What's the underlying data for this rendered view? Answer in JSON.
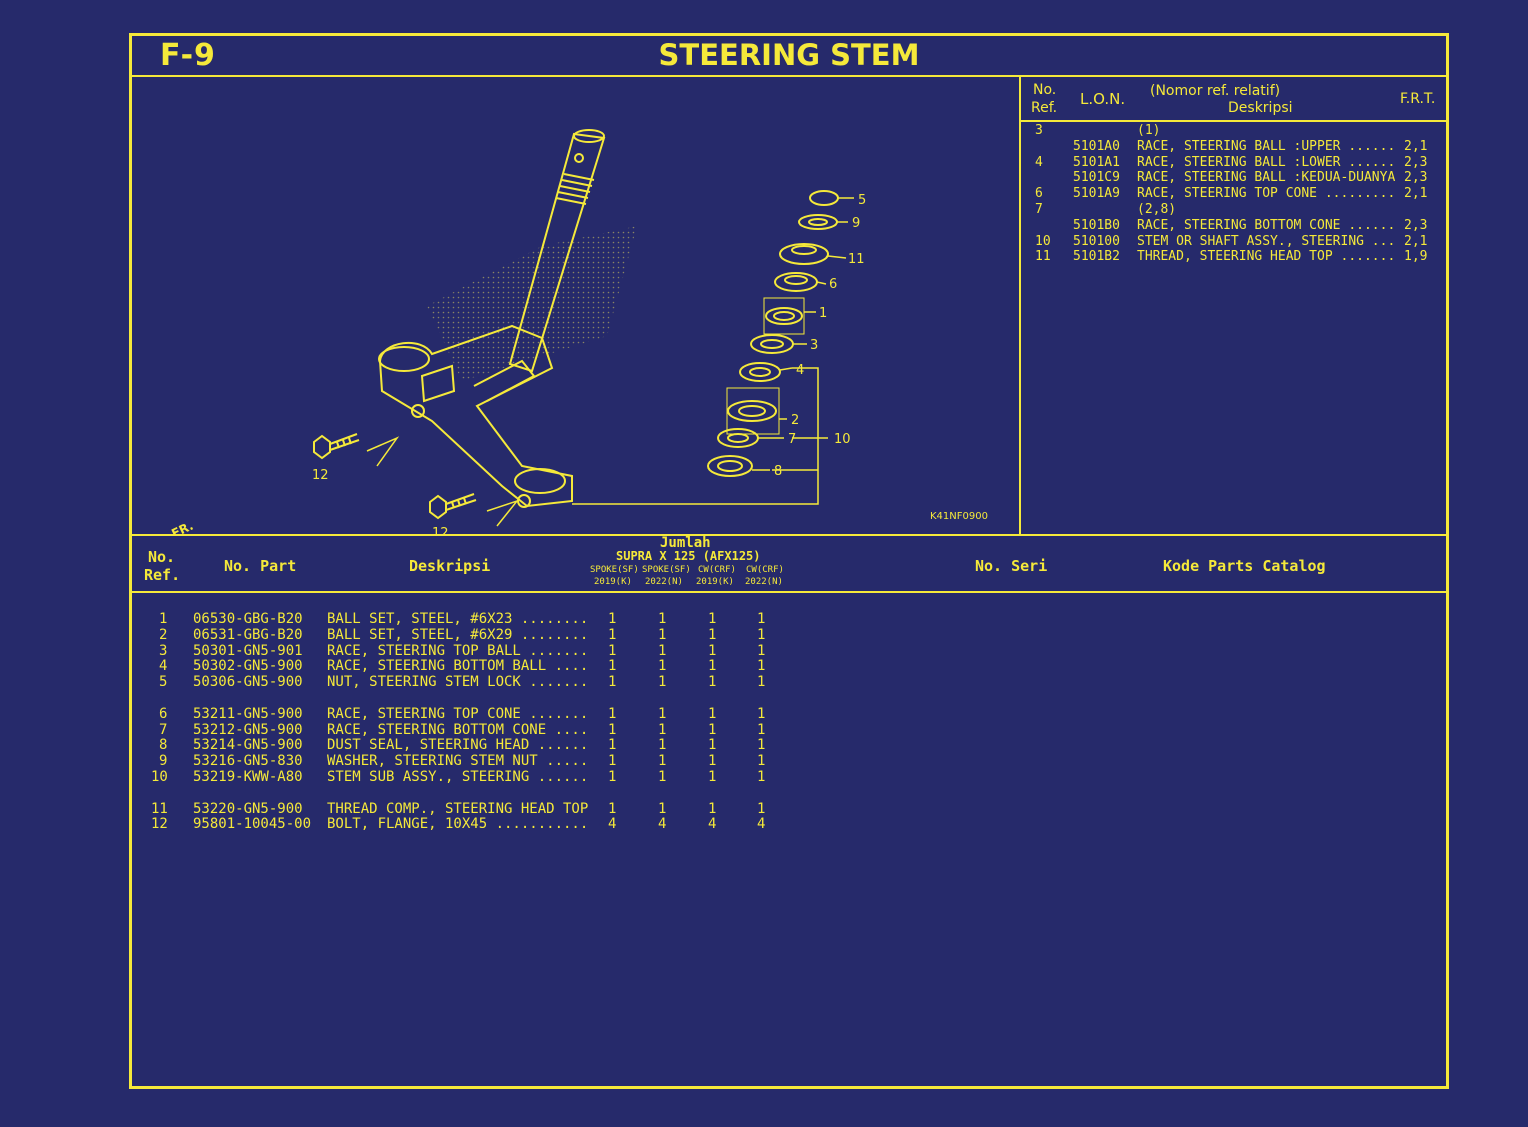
{
  "header": {
    "figure_code": "F-9",
    "title": "STEERING STEM"
  },
  "diagram": {
    "image_code": "K41NF0900",
    "direction_label": "FR.",
    "callouts": [
      "5",
      "9",
      "11",
      "6",
      "1",
      "3",
      "4",
      "2",
      "7",
      "10",
      "8",
      "12",
      "12"
    ]
  },
  "related_list": {
    "col_no": "No.",
    "col_ref": "Ref.",
    "col_lon": "L.O.N.",
    "col_desc_top": "(Nomor ref. relatif)",
    "col_desc": "Deskripsi",
    "col_frt": "F.R.T.",
    "rows": [
      {
        "ref": "3",
        "lon": "",
        "desc": "(1)",
        "frt": ""
      },
      {
        "ref": "",
        "lon": "5101A0",
        "desc": "RACE, STEERING BALL :UPPER ......",
        "frt": "2,1"
      },
      {
        "ref": "4",
        "lon": "5101A1",
        "desc": "RACE, STEERING BALL :LOWER ......",
        "frt": "2,3"
      },
      {
        "ref": "",
        "lon": "5101C9",
        "desc": "RACE, STEERING BALL :KEDUA-DUANYA",
        "frt": "2,3"
      },
      {
        "ref": "6",
        "lon": "5101A9",
        "desc": "RACE, STEERING TOP CONE .........",
        "frt": "2,1"
      },
      {
        "ref": "7",
        "lon": "",
        "desc": "(2,8)",
        "frt": ""
      },
      {
        "ref": "",
        "lon": "5101B0",
        "desc": "RACE, STEERING BOTTOM CONE ......",
        "frt": "2,3"
      },
      {
        "ref": "10",
        "lon": "510100",
        "desc": "STEM OR SHAFT ASSY., STEERING ...",
        "frt": "2,1"
      },
      {
        "ref": "11",
        "lon": "5101B2",
        "desc": "THREAD, STEERING HEAD TOP .......",
        "frt": "1,9"
      }
    ]
  },
  "parts_table": {
    "headers": {
      "no_ref_1": "No.",
      "no_ref_2": "Ref.",
      "part_no": "No. Part",
      "description": "Deskripsi",
      "qty_title": "Jumlah",
      "qty_model": "SUPRA X 125 (AFX125)",
      "qty_variants": [
        "SPOKE(SF)",
        "SPOKE(SF)",
        "CW(CRF)",
        "CW(CRF)"
      ],
      "qty_years": [
        "2019(K)",
        "2022(N)",
        "2019(K)",
        "2022(N)"
      ],
      "serial_no": "No. Seri",
      "catalog_code": "Kode Parts Catalog"
    },
    "rows": [
      {
        "ref": "1",
        "part": "06530-GBG-B20",
        "desc": "BALL SET, STEEL, #6X23 ........",
        "q": [
          "1",
          "1",
          "1",
          "1"
        ]
      },
      {
        "ref": "2",
        "part": "06531-GBG-B20",
        "desc": "BALL SET, STEEL, #6X29 ........",
        "q": [
          "1",
          "1",
          "1",
          "1"
        ]
      },
      {
        "ref": "3",
        "part": "50301-GN5-901",
        "desc": "RACE, STEERING TOP BALL .......",
        "q": [
          "1",
          "1",
          "1",
          "1"
        ]
      },
      {
        "ref": "4",
        "part": "50302-GN5-900",
        "desc": "RACE, STEERING BOTTOM BALL ....",
        "q": [
          "1",
          "1",
          "1",
          "1"
        ]
      },
      {
        "ref": "5",
        "part": "50306-GN5-900",
        "desc": "NUT, STEERING STEM LOCK .......",
        "q": [
          "1",
          "1",
          "1",
          "1"
        ]
      },
      {
        "ref": "6",
        "part": "53211-GN5-900",
        "desc": "RACE, STEERING TOP CONE .......",
        "q": [
          "1",
          "1",
          "1",
          "1"
        ]
      },
      {
        "ref": "7",
        "part": "53212-GN5-900",
        "desc": "RACE, STEERING BOTTOM CONE ....",
        "q": [
          "1",
          "1",
          "1",
          "1"
        ]
      },
      {
        "ref": "8",
        "part": "53214-GN5-900",
        "desc": "DUST SEAL, STEERING HEAD ......",
        "q": [
          "1",
          "1",
          "1",
          "1"
        ]
      },
      {
        "ref": "9",
        "part": "53216-GN5-830",
        "desc": "WASHER, STEERING STEM NUT .....",
        "q": [
          "1",
          "1",
          "1",
          "1"
        ]
      },
      {
        "ref": "10",
        "part": "53219-KWW-A80",
        "desc": "STEM SUB ASSY., STEERING ......",
        "q": [
          "1",
          "1",
          "1",
          "1"
        ]
      },
      {
        "ref": "11",
        "part": "53220-GN5-900",
        "desc": "THREAD COMP., STEERING HEAD TOP",
        "q": [
          "1",
          "1",
          "1",
          "1"
        ]
      },
      {
        "ref": "12",
        "part": "95801-10045-00",
        "desc": "BOLT, FLANGE, 10X45 ...........",
        "q": [
          "4",
          "4",
          "4",
          "4"
        ]
      }
    ]
  },
  "colors": {
    "background": "#262a6b",
    "foreground": "#f5e93a"
  }
}
